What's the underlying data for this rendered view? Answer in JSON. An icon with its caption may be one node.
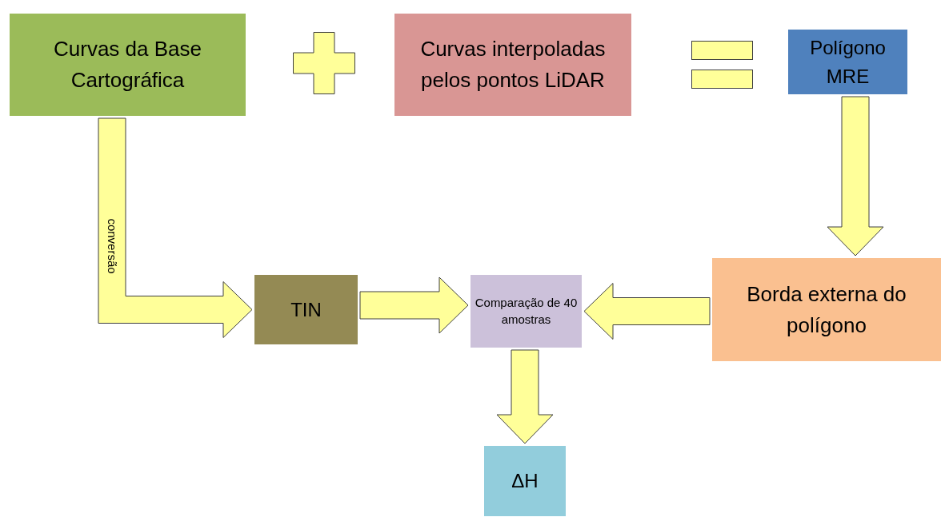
{
  "diagram": {
    "nodes": [
      {
        "text": [
          "Curvas da Base Cartográfica"
        ]
      },
      {
        "text": [],
        "shape": "plus"
      },
      {
        "text": [
          "Curvas interpoladas pelos pontos LiDAR"
        ]
      },
      {
        "text": [],
        "shape": "equals"
      },
      {
        "text": [
          "Polígono MRE"
        ]
      },
      {
        "text": [
          "TIN"
        ]
      },
      {
        "text": [
          "Comparação de 40 amostras"
        ]
      },
      {
        "text": [
          "Borda externa do polígono"
        ]
      },
      {
        "text": [
          "ΔH"
        ]
      }
    ],
    "edges": [
      {
        "from": 0,
        "to": 5,
        "arrow": "to",
        "label": "conversão"
      },
      {
        "from": 4,
        "to": 7,
        "arrow": "to"
      },
      {
        "from": 5,
        "to": 6,
        "arrow": "to"
      },
      {
        "from": 7,
        "to": 6,
        "arrow": "to"
      },
      {
        "from": 6,
        "to": 8,
        "arrow": "to"
      }
    ]
  }
}
